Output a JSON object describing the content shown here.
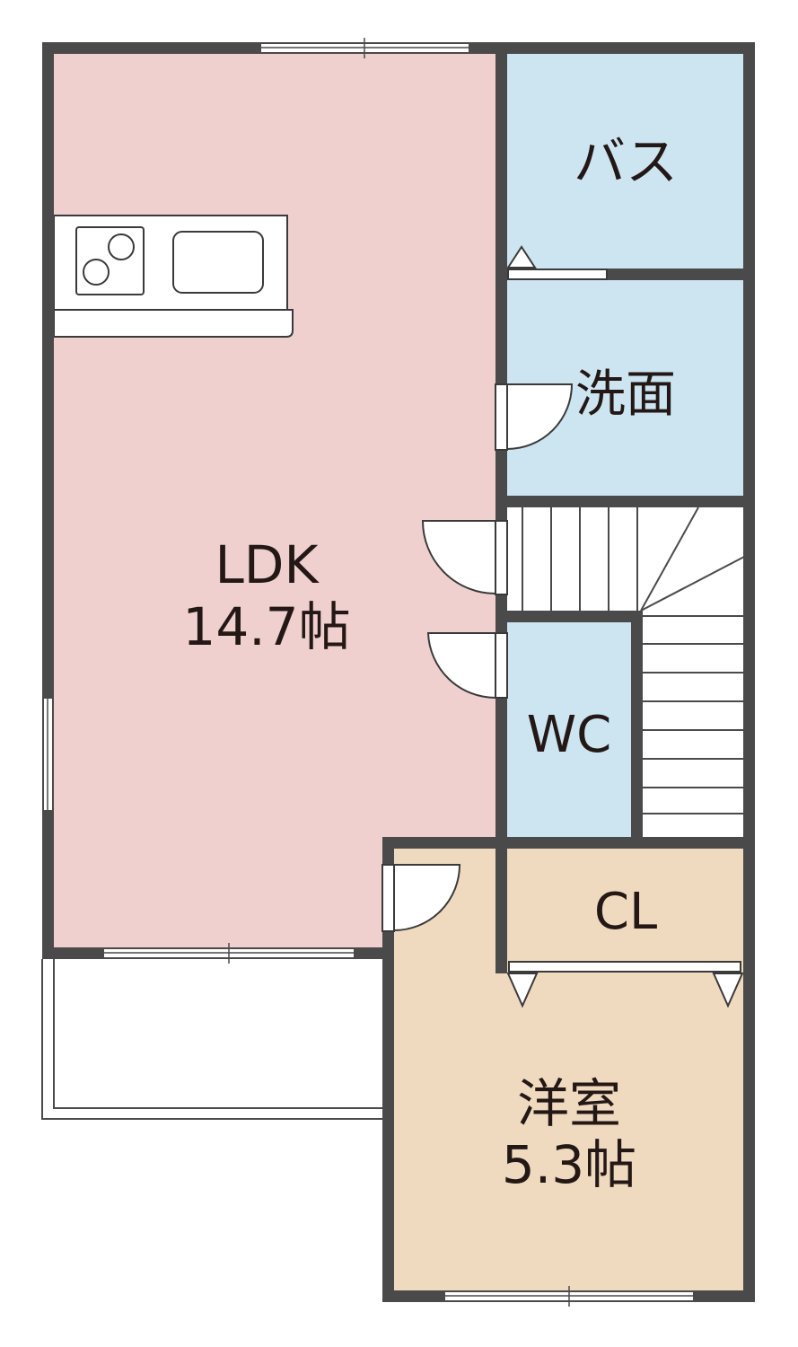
{
  "rooms": {
    "ldk": {
      "name": "LDK",
      "size": "14.7帖",
      "color": "#efd0cf"
    },
    "bath": {
      "name": "バス",
      "color": "#cce5f1"
    },
    "washroom": {
      "name": "洗面",
      "color": "#cce5f1"
    },
    "wc": {
      "name": "WC",
      "color": "#cce5f1"
    },
    "closet": {
      "name": "CL",
      "color": "#f3eaa8"
    },
    "western": {
      "name": "洋室",
      "size": "5.3帖",
      "color": "#efdac0"
    }
  },
  "colors": {
    "wall": "#4a4a4a",
    "line": "#3a3a3a",
    "background": "#ffffff"
  }
}
